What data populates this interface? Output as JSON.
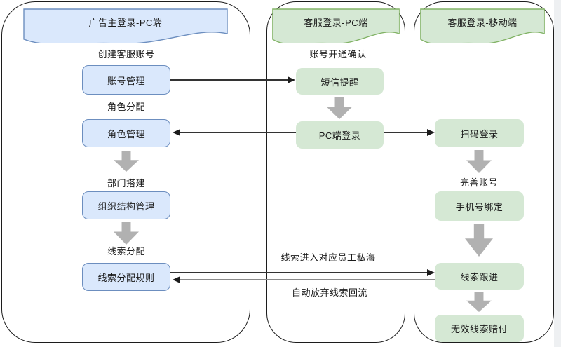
{
  "diagram": {
    "lanes": [
      {
        "title": "广告主登录-PC端",
        "theme": "blue",
        "steps": {
          "create_account": "创建客服账号",
          "account_mgmt": "账号管理",
          "role_assign": "角色分配",
          "role_mgmt": "角色管理",
          "dept_setup": "部门搭建",
          "org_mgmt": "组织结构管理",
          "lead_assign": "线索分配",
          "lead_rules": "线索分配规则"
        }
      },
      {
        "title": "客服登录-PC端",
        "theme": "green",
        "steps": {
          "activation_confirm": "账号开通确认",
          "sms": "短信提醒",
          "pc_login": "PC端登录"
        }
      },
      {
        "title": "客服登录-移动端",
        "theme": "green",
        "steps": {
          "scan_login": "扫码登录",
          "complete_account": "完善账号",
          "phone_bind": "手机号绑定",
          "lead_follow": "线索跟进",
          "invalid_comp": "无效线索赔付"
        }
      }
    ],
    "edge_labels": {
      "lead_to_private": "线索进入对应员工私海",
      "auto_reflow": "自动放弃线索回流"
    },
    "colors": {
      "blue_fill": "#dae8fc",
      "blue_border": "#6c8ebf",
      "green_fill": "#d5e8d4",
      "green_border": "#82b366",
      "block_arrow_gray": "#b1b1b1",
      "connector_dark": "#333333",
      "connector_gray": "#8a8a8a"
    }
  }
}
